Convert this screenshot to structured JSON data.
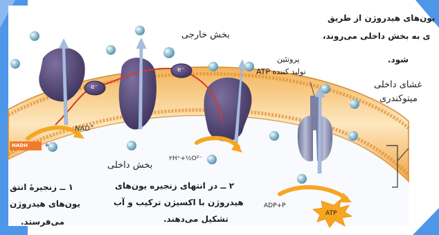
{
  "colors": {
    "frame_blue": "#5aa0ea",
    "membrane_orange": "#f0a445",
    "membrane_light": "#fde6b8",
    "protein_purple": "#4a3d6b",
    "atp_synthase": "#8a8fae",
    "electron_path": "#d23a2a",
    "ion_ball": "#7fb0c8",
    "arrow_orange": "#f5a623",
    "arrow_blue": "#9fb4d8",
    "nadh_box": "#f07b2a"
  },
  "labels": {
    "outer_part": "بخش خارجی",
    "inner_part": "بخش داخلی",
    "membrane_line1": "غشای داخلی",
    "membrane_line2": "میتوکندری",
    "atp_synthase_line1": "پروتئین",
    "atp_synthase_line2": "تولید کننده ATP",
    "nadh": "NADH",
    "plus_h": "+",
    "nad": "NAD",
    "nad_sup": "+",
    "oxygen_eq": "۲H⁺+½O²⁻",
    "adp_p": "ADP+P",
    "atp": "ATP",
    "ion": "H⁺",
    "electron": "e⁻"
  },
  "captions": {
    "top_right": [
      "یون‌های هیدروژن از طریق",
      "ی به بخش داخلی می‌روند،",
      "شود."
    ],
    "step1": [
      "۱ ــ زنجیرهٔ انتق",
      "یون‌های هیدروژن",
      "می‌فرستد."
    ],
    "step2": [
      "۲ ــ در انتهای زنجیره یون‌های",
      "هیدروژن با اکسیژن ترکیب و آب",
      "تشکیل می‌دهند."
    ]
  }
}
